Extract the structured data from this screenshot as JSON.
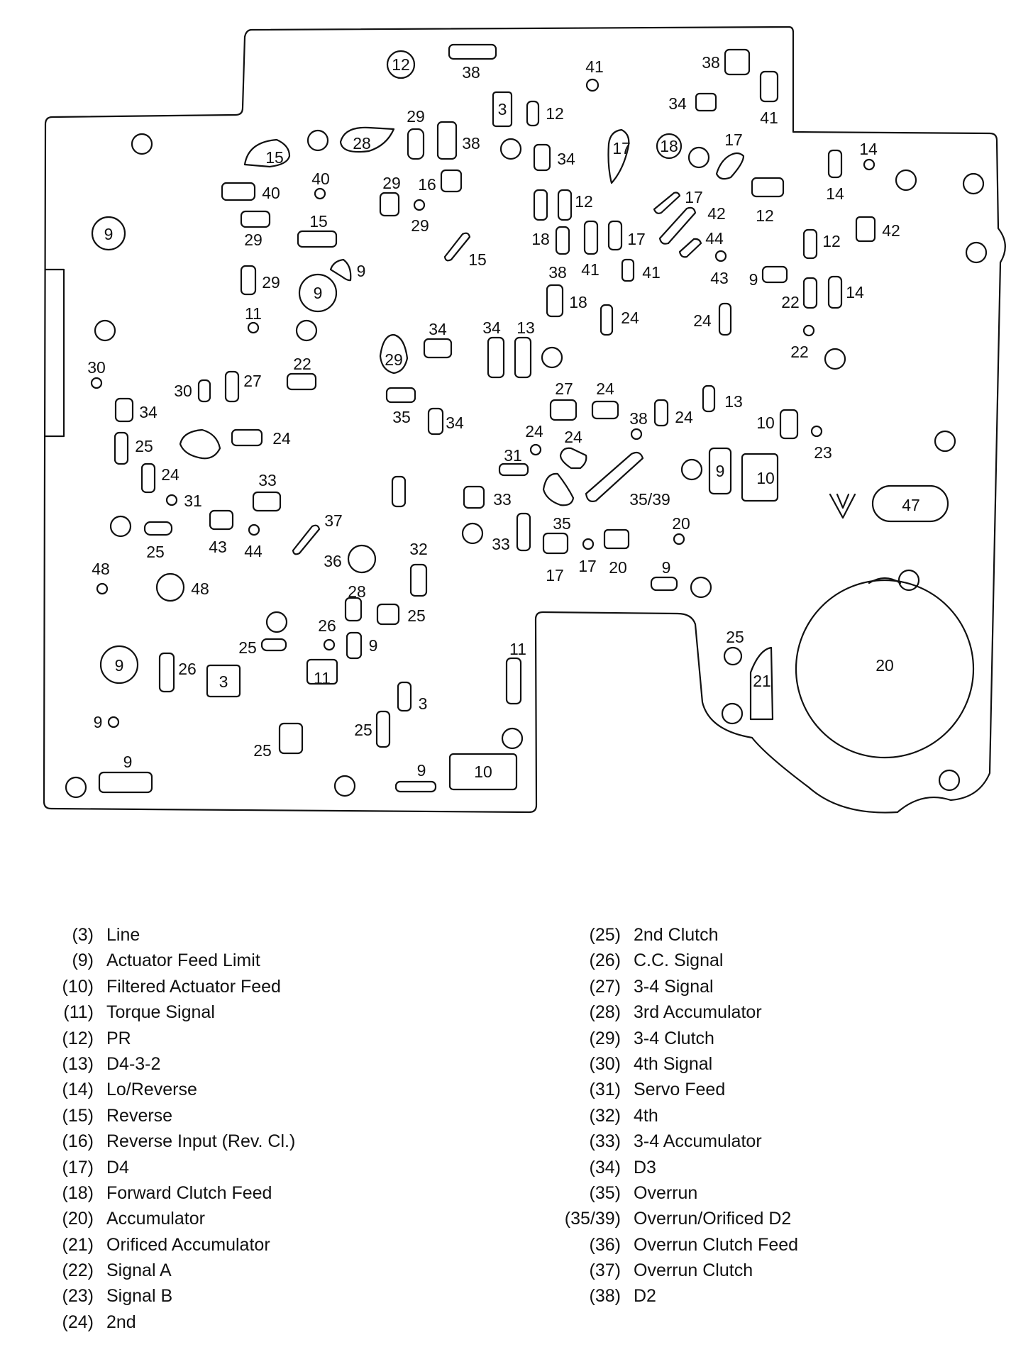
{
  "diagram": {
    "labels": {
      "l1": "12",
      "l2": "38",
      "l3": "41",
      "l4": "38",
      "l5": "41",
      "l6": "34",
      "l7": "3",
      "l8": "12",
      "l9": "29",
      "l10": "28",
      "l11": "38",
      "l12": "34",
      "l13": "17",
      "l14": "18",
      "l15": "17",
      "l16": "15",
      "l17": "14",
      "l18": "14",
      "l19": "40",
      "l20": "40",
      "l21": "29",
      "l22": "16",
      "l23": "29",
      "l24": "12",
      "l25": "17",
      "l26": "42",
      "l27": "12",
      "l28": "9",
      "l29": "29",
      "l30": "15",
      "l31": "15",
      "l32": "18",
      "l33": "41",
      "l34": "17",
      "l35": "44",
      "l36": "12",
      "l37": "42",
      "l38": "9",
      "l39": "29",
      "l40": "41",
      "l41": "38",
      "l42": "43",
      "l43": "9",
      "l44": "9",
      "l45": "14",
      "l46": "11",
      "l47": "18",
      "l48": "24",
      "l49": "24",
      "l50": "22",
      "l51": "30",
      "l52": "34",
      "l53": "34",
      "l54": "13",
      "l55": "29",
      "l56": "22",
      "l57": "30",
      "l58": "27",
      "l59": "22",
      "l60": "34",
      "l61": "27",
      "l62": "24",
      "l63": "13",
      "l64": "35",
      "l65": "34",
      "l66": "38",
      "l67": "24",
      "l68": "10",
      "l69": "25",
      "l70": "24",
      "l71": "24",
      "l72": "23",
      "l73": "24",
      "l74": "24",
      "l75": "31",
      "l76": "9",
      "l77": "10",
      "l78": "31",
      "l79": "33",
      "l80": "33",
      "l81": "35/39",
      "l82": "47",
      "l83": "37",
      "l84": "25",
      "l85": "43",
      "l86": "44",
      "l87": "35",
      "l88": "20",
      "l89": "33",
      "l90": "36",
      "l91": "32",
      "l92": "17",
      "l93": "17",
      "l94": "20",
      "l95": "48",
      "l96": "48",
      "l97": "9",
      "l98": "28",
      "l99": "25",
      "l100": "26",
      "l101": "25",
      "l102": "9",
      "l103": "11",
      "l104": "25",
      "l105": "9",
      "l106": "26",
      "l107": "3",
      "l108": "11",
      "l109": "3",
      "l110": "25",
      "l111": "21",
      "l112": "20",
      "l113": "9",
      "l114": "25",
      "l115": "9",
      "l116": "9",
      "l117": "10"
    }
  },
  "legend": {
    "left": [
      {
        "code": "(3)",
        "name": "Line"
      },
      {
        "code": "(9)",
        "name": "Actuator Feed Limit"
      },
      {
        "code": "(10)",
        "name": "Filtered Actuator Feed"
      },
      {
        "code": "(11)",
        "name": "Torque Signal"
      },
      {
        "code": "(12)",
        "name": "PR"
      },
      {
        "code": "(13)",
        "name": "D4-3-2"
      },
      {
        "code": "(14)",
        "name": "Lo/Reverse"
      },
      {
        "code": "(15)",
        "name": "Reverse"
      },
      {
        "code": "(16)",
        "name": "Reverse Input (Rev. Cl.)"
      },
      {
        "code": "(17)",
        "name": "D4"
      },
      {
        "code": "(18)",
        "name": "Forward Clutch Feed"
      },
      {
        "code": "(20)",
        "name": "Accumulator"
      },
      {
        "code": "(21)",
        "name": "Orificed Accumulator"
      },
      {
        "code": "(22)",
        "name": "Signal A"
      },
      {
        "code": "(23)",
        "name": "Signal B"
      },
      {
        "code": "(24)",
        "name": "2nd"
      }
    ],
    "right": [
      {
        "code": "(25)",
        "name": "2nd Clutch"
      },
      {
        "code": "(26)",
        "name": "C.C. Signal"
      },
      {
        "code": "(27)",
        "name": "3-4 Signal"
      },
      {
        "code": "(28)",
        "name": "3rd Accumulator"
      },
      {
        "code": "(29)",
        "name": "3-4 Clutch"
      },
      {
        "code": "(30)",
        "name": "4th Signal"
      },
      {
        "code": "(31)",
        "name": "Servo Feed"
      },
      {
        "code": "(32)",
        "name": "4th"
      },
      {
        "code": "(33)",
        "name": "3-4 Accumulator"
      },
      {
        "code": "(34)",
        "name": "D3"
      },
      {
        "code": "(35)",
        "name": "Overrun"
      },
      {
        "code": "(35/39)",
        "name": "Overrun/Orificed D2"
      },
      {
        "code": "(36)",
        "name": "Overrun Clutch Feed"
      },
      {
        "code": "(37)",
        "name": "Overrun Clutch"
      },
      {
        "code": "(38)",
        "name": "D2"
      }
    ]
  }
}
